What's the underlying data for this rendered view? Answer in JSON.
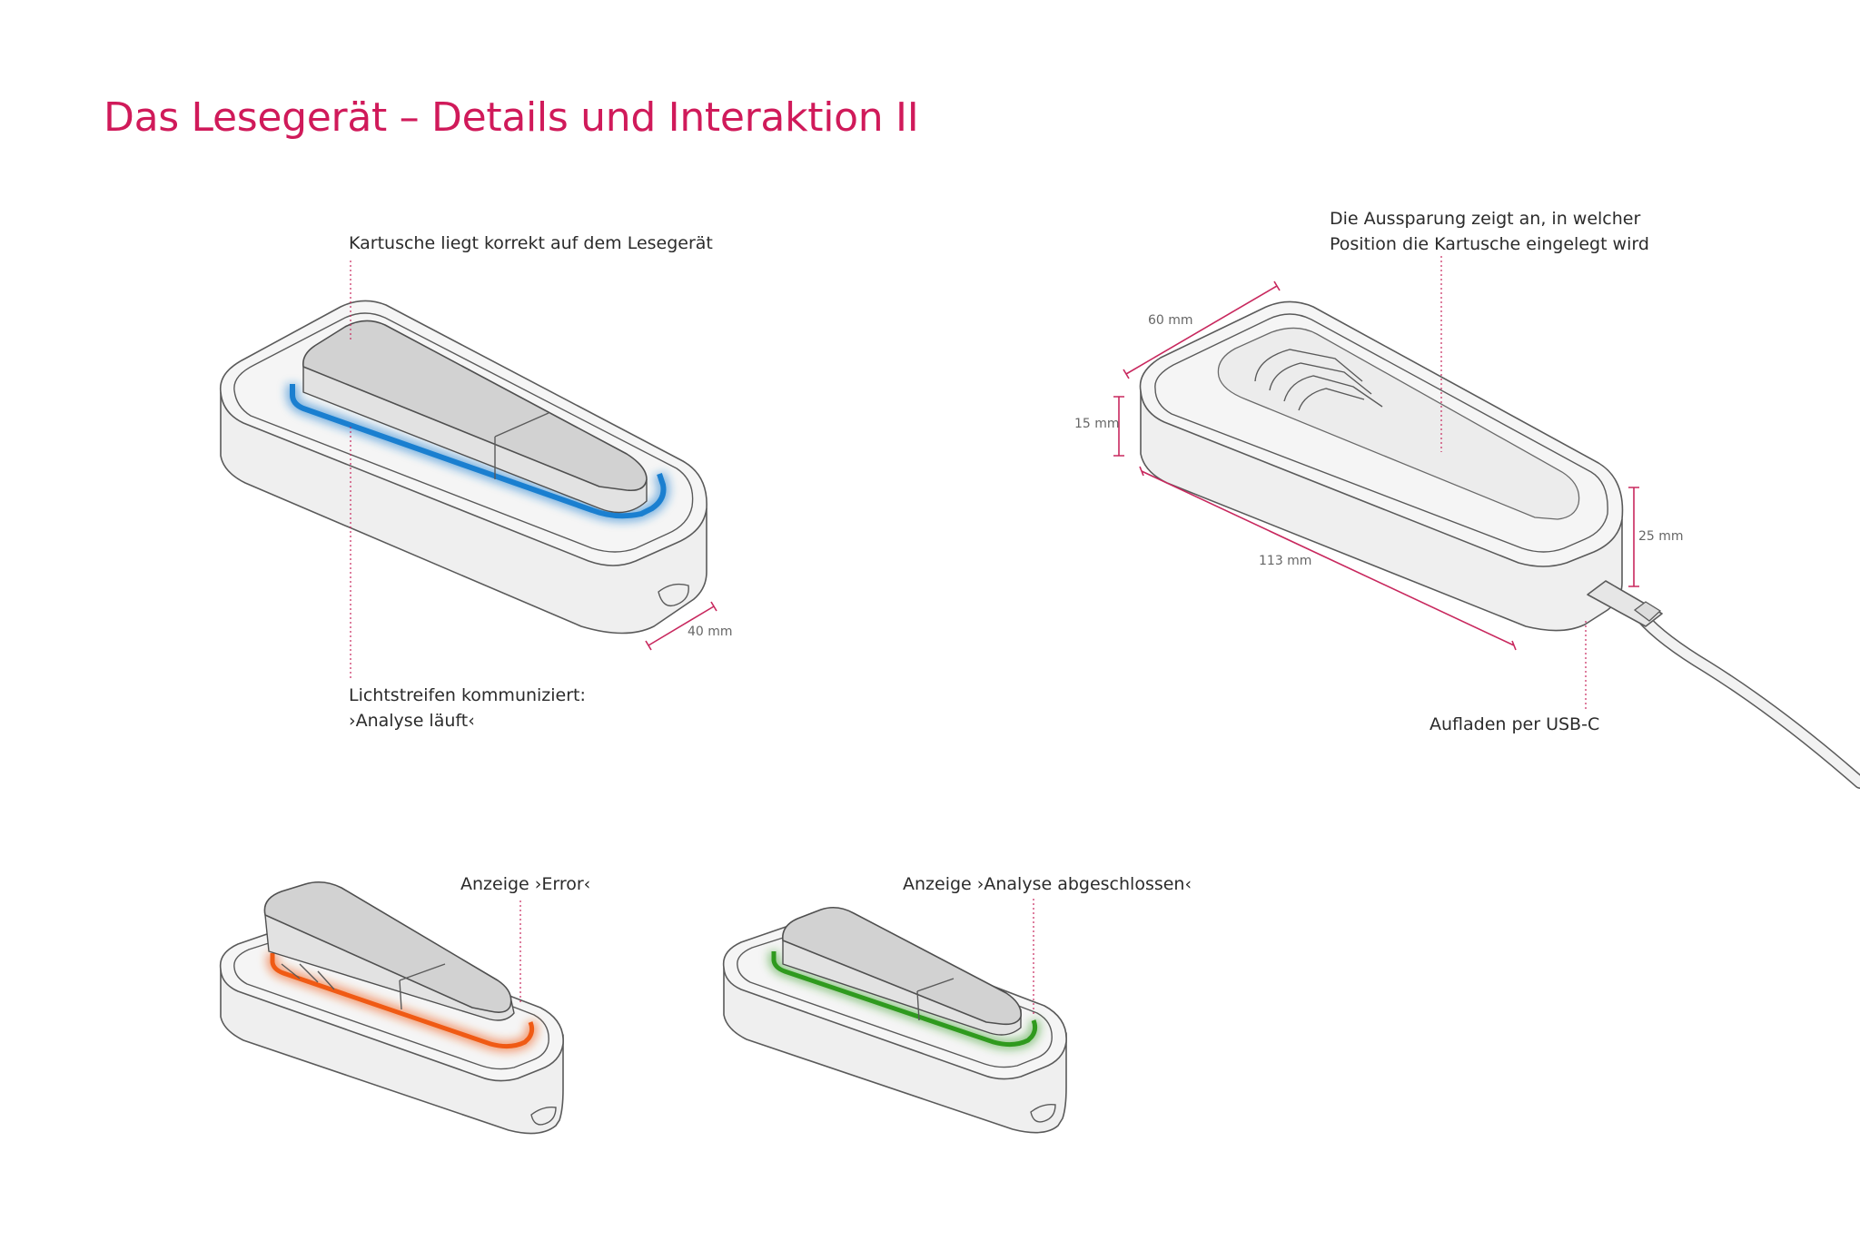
{
  "title": "Das Lesegerät – Details und Interaktion II",
  "labels": {
    "cartridge_correct": "Kartusche liegt korrekt auf dem Lesegerät",
    "light_strip_line1": "Lichtstreifen kommuniziert:",
    "light_strip_line2": "›Analyse läuft‹",
    "recess_line1": "Die Aussparung zeigt an, in welcher",
    "recess_line2": "Position die Kartusche eingelegt wird",
    "charging": "Aufladen per USB-C",
    "error": "Anzeige ›Error‹",
    "complete": "Anzeige ›Analyse abgeschlossen‹"
  },
  "dimensions": {
    "width": "40 mm",
    "depth_top": "60 mm",
    "height_front": "15 mm",
    "length": "113 mm",
    "height_back": "25 mm"
  },
  "colors": {
    "accent": "#d01a5a",
    "leader": "#c8285e",
    "status_running": "#1a7fd0",
    "status_error": "#f05a14",
    "status_complete": "#2f9a1e"
  }
}
